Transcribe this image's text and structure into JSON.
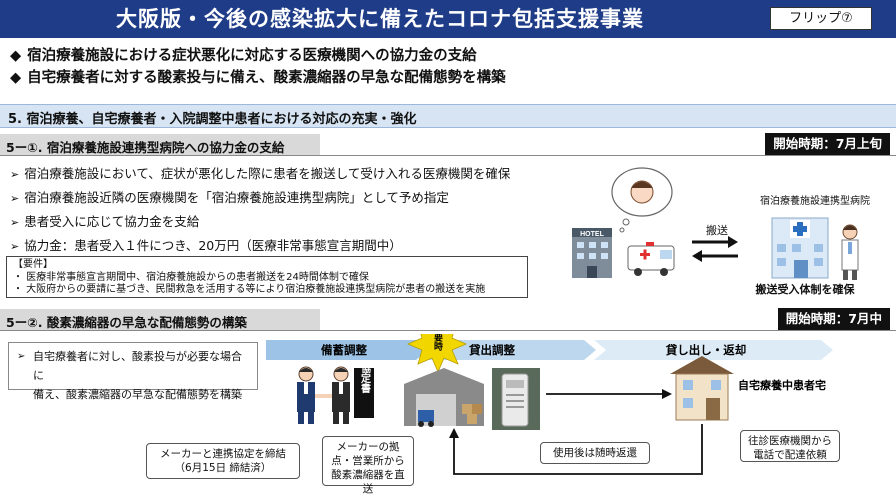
{
  "title": "大阪版・今後の感染拡大に備えたコロナ包括支援事業",
  "flip_label": "フリップ⑦",
  "summary": [
    "宿泊療養施設における症状悪化に対応する医療機関への協力金の支給",
    "自宅療養者に対する酸素投与に備え、酸素濃縮器の早急な配備態勢を構築"
  ],
  "summary_marker": "◆",
  "section5": "5.  宿泊療養、自宅療養者・入院調整中患者における対応の充実・強化",
  "sub1": {
    "heading": "5ー①. 宿泊療養施設連携型病院への協力金の支給",
    "start": "開始時期：7月上旬",
    "bullets": [
      "宿泊療養施設において、症状が悪化した際に患者を搬送して受け入れる医療機関を確保",
      "宿泊療養施設近隣の医療機関を「宿泊療養施設連携型病院」として予め指定",
      "患者受入に応じて協力金を支給",
      "協力金：患者受入１件につき、20万円（医療非常事態宣言期間中）"
    ],
    "req_title": "【要件】",
    "req_items": [
      "・ 医療非常事態宣言期間中、宿泊療養施設からの患者搬送を24時間体制で確保",
      "・ 大阪府からの要請に基づき、民間救急を活用する等により宿泊療養施設連携型病院が患者の搬送を実施"
    ],
    "illus": {
      "hotel_sign": "HOTEL",
      "transport": "搬送",
      "hospital_label": "宿泊療養施設連携型病院",
      "caption": "搬送受入体制を確保"
    }
  },
  "sub2": {
    "heading": "5ー②. 酸素濃縮器の早急な配備態勢の構築",
    "start": "開始時期：7月中",
    "note_lines": [
      "自宅療養者に対し、酸素投与が必要な場合に",
      "備え、酸素濃縮器の早急な配備態勢を構築"
    ],
    "stages": [
      "備蓄調整",
      "貸出調整",
      "貸し出し・返却"
    ],
    "urgent_badge": "必要時",
    "agreement": "協定書",
    "home_label": "自宅療養中患者宅",
    "callouts": {
      "maker_line1": "メーカーと連携協定を締結",
      "maker_line2": "（6月15日 締結済）",
      "depot": "メーカーの拠点・営業所から酸素濃縮器を直送",
      "return": "使用後は随時返還",
      "clinic": "往診医療機関から電話で配達依頼"
    }
  },
  "colors": {
    "title_bg": "#1f3c88",
    "section_bg": "#d6e4f3",
    "stage_bar": "#9dc3e6",
    "urgent": "#f2d600"
  }
}
